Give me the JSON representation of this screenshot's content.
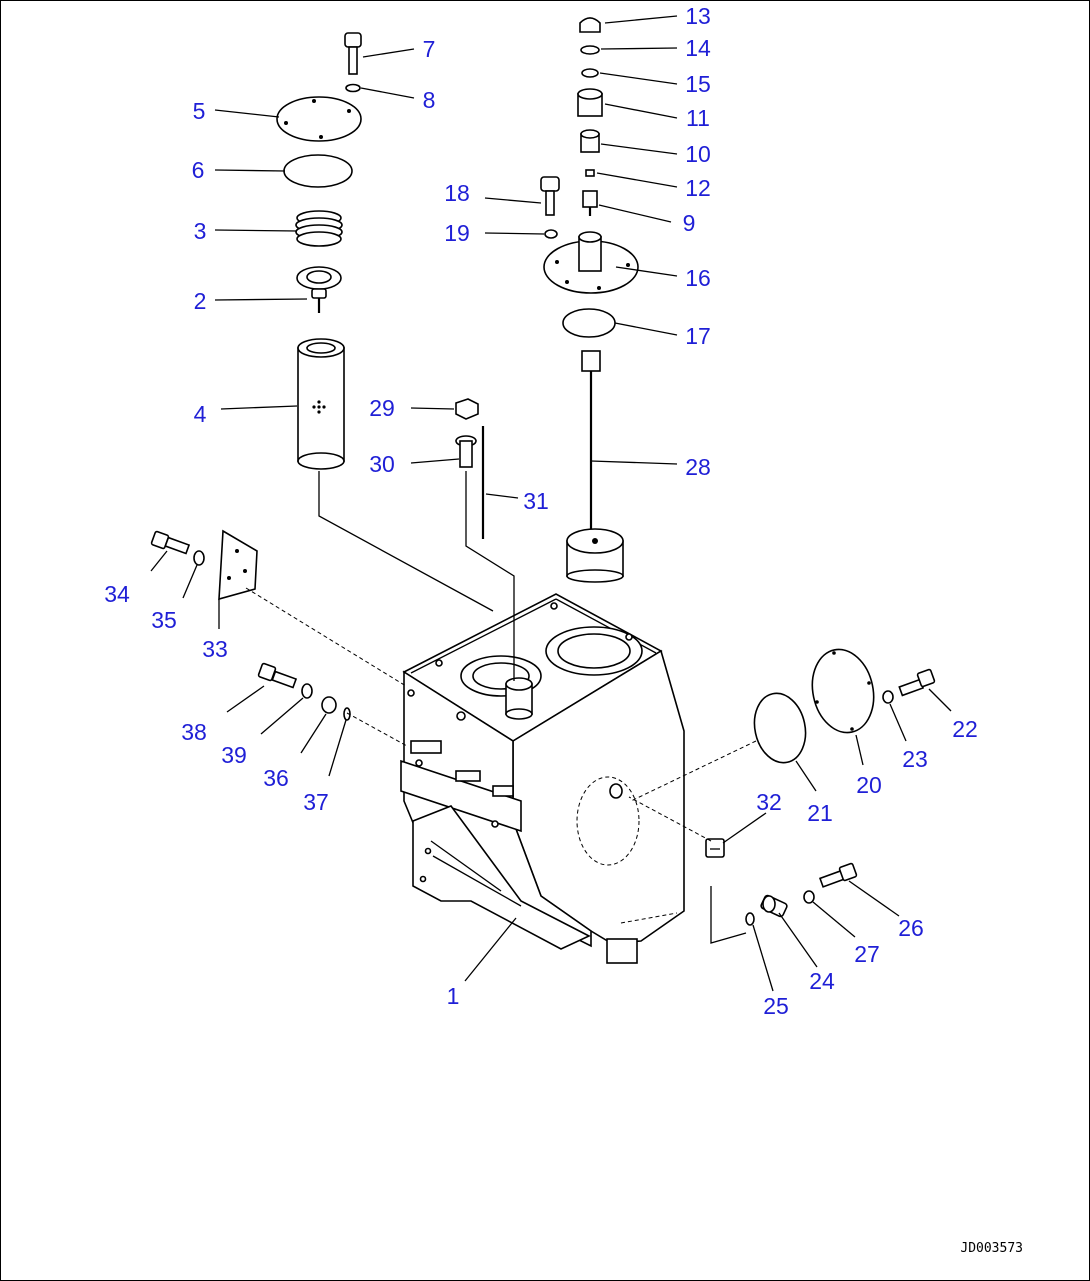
{
  "callouts": [
    {
      "id": "c1",
      "text": "1"
    },
    {
      "id": "c2",
      "text": "2"
    },
    {
      "id": "c3",
      "text": "3"
    },
    {
      "id": "c4",
      "text": "4"
    },
    {
      "id": "c5",
      "text": "5"
    },
    {
      "id": "c6",
      "text": "6"
    },
    {
      "id": "c7",
      "text": "7"
    },
    {
      "id": "c8",
      "text": "8"
    },
    {
      "id": "c9",
      "text": "9"
    },
    {
      "id": "c10",
      "text": "10"
    },
    {
      "id": "c11",
      "text": "11"
    },
    {
      "id": "c12",
      "text": "12"
    },
    {
      "id": "c13",
      "text": "13"
    },
    {
      "id": "c14",
      "text": "14"
    },
    {
      "id": "c15",
      "text": "15"
    },
    {
      "id": "c16",
      "text": "16"
    },
    {
      "id": "c17",
      "text": "17"
    },
    {
      "id": "c18",
      "text": "18"
    },
    {
      "id": "c19",
      "text": "19"
    },
    {
      "id": "c20",
      "text": "20"
    },
    {
      "id": "c21",
      "text": "21"
    },
    {
      "id": "c22",
      "text": "22"
    },
    {
      "id": "c23",
      "text": "23"
    },
    {
      "id": "c24",
      "text": "24"
    },
    {
      "id": "c25",
      "text": "25"
    },
    {
      "id": "c26",
      "text": "26"
    },
    {
      "id": "c27",
      "text": "27"
    },
    {
      "id": "c28",
      "text": "28"
    },
    {
      "id": "c29",
      "text": "29"
    },
    {
      "id": "c30",
      "text": "30"
    },
    {
      "id": "c31",
      "text": "31"
    },
    {
      "id": "c32",
      "text": "32"
    },
    {
      "id": "c33",
      "text": "33"
    },
    {
      "id": "c34",
      "text": "34"
    },
    {
      "id": "c35",
      "text": "35"
    },
    {
      "id": "c36",
      "text": "36"
    },
    {
      "id": "c37",
      "text": "37"
    },
    {
      "id": "c38",
      "text": "38"
    },
    {
      "id": "c39",
      "text": "39"
    }
  ],
  "document_id": "JD003573",
  "colors": {
    "callout": "#1f1fd6",
    "line": "#000000",
    "background": "#ffffff"
  }
}
